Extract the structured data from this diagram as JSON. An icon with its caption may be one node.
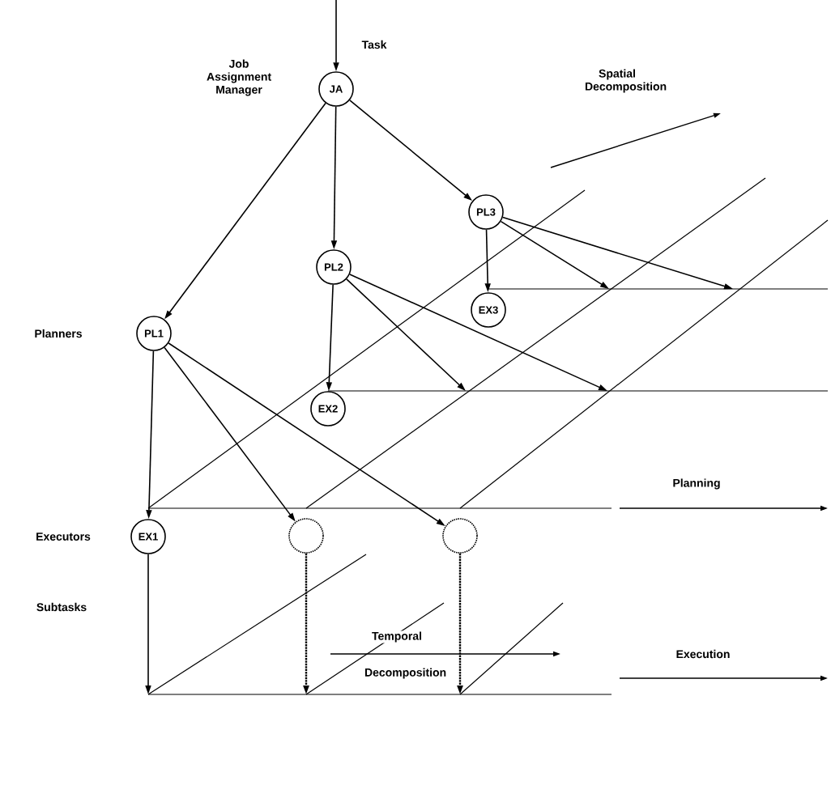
{
  "diagram": {
    "nodes": [
      {
        "text": [
          "JA"
        ]
      },
      {
        "text": [
          "PL3"
        ]
      },
      {
        "text": [
          "PL2"
        ]
      },
      {
        "text": [
          "PL1"
        ]
      },
      {
        "text": [
          "EX3"
        ]
      },
      {
        "text": [
          "EX2"
        ]
      },
      {
        "text": [
          "EX1"
        ]
      },
      {
        "text": [],
        "shape": "circle"
      },
      {
        "text": [],
        "shape": "circle"
      }
    ],
    "edges": [
      {
        "from": null,
        "to": 0,
        "arrow": "to"
      },
      {
        "from": 0,
        "to": 3,
        "arrow": "to"
      },
      {
        "from": 0,
        "to": 2,
        "arrow": "to"
      },
      {
        "from": 0,
        "to": 1,
        "arrow": "to"
      },
      {
        "from": 1,
        "to": 4,
        "arrow": "to"
      },
      {
        "from": 1,
        "to": null,
        "arrow": "to"
      },
      {
        "from": 1,
        "to": null,
        "arrow": "to"
      },
      {
        "from": 2,
        "to": 5,
        "arrow": "to"
      },
      {
        "from": 2,
        "to": null,
        "arrow": "to"
      },
      {
        "from": 2,
        "to": null,
        "arrow": "to"
      },
      {
        "from": 3,
        "to": 6,
        "arrow": "to"
      },
      {
        "from": 3,
        "to": 7,
        "arrow": "to"
      },
      {
        "from": 3,
        "to": 8,
        "arrow": "to"
      },
      {
        "from": 6,
        "to": null,
        "arrow": "to"
      },
      {
        "from": 7,
        "to": null,
        "arrow": "to",
        "style": "dashed"
      },
      {
        "from": 8,
        "to": null,
        "arrow": "to",
        "style": "dashed"
      }
    ],
    "labels": [
      "Task",
      "Spatial Decomposition",
      "Job Assignment Manager",
      "Planners",
      "Executors",
      "Subtasks",
      "Planning",
      "Execution",
      "Temporal",
      "Decomposition"
    ]
  }
}
